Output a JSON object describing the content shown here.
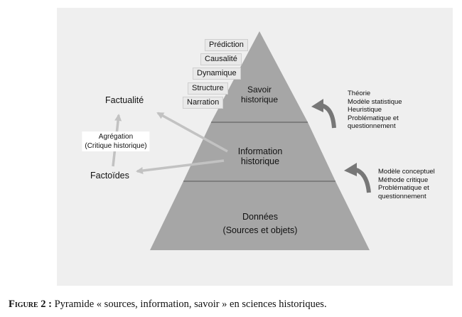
{
  "pyramid": {
    "top_level": {
      "line1": "Savoir",
      "line2": "historique"
    },
    "middle_level": {
      "line1": "Information",
      "line2": "historique"
    },
    "bottom_level": {
      "line1": "Données",
      "line2": "(Sources et objets)"
    }
  },
  "steps": [
    "Prédiction",
    "Causalité",
    "Dynamique",
    "Structure",
    "Narration"
  ],
  "left": {
    "factualite": "Factualité",
    "aggregation_line1": "Agrégation",
    "aggregation_line2": "(Critique historique)",
    "factoides": "Factoïdes"
  },
  "right_upper": [
    "Théorie",
    "Modèle statistique",
    "Heuristique",
    "Problématique et",
    "questionnement"
  ],
  "right_lower": [
    "Modèle conceptuel",
    "Méthode critique",
    "Problématique et",
    "questionnement"
  ],
  "caption": {
    "label": "Figure 2 :",
    "text": " Pyramide « sources, information, savoir » en sciences historiques."
  },
  "colors": {
    "pyramid_fill": "#a6a6a6",
    "panel_bg": "#efefef",
    "arrow": "#c2c2c2",
    "curved_arrow": "#777777"
  }
}
